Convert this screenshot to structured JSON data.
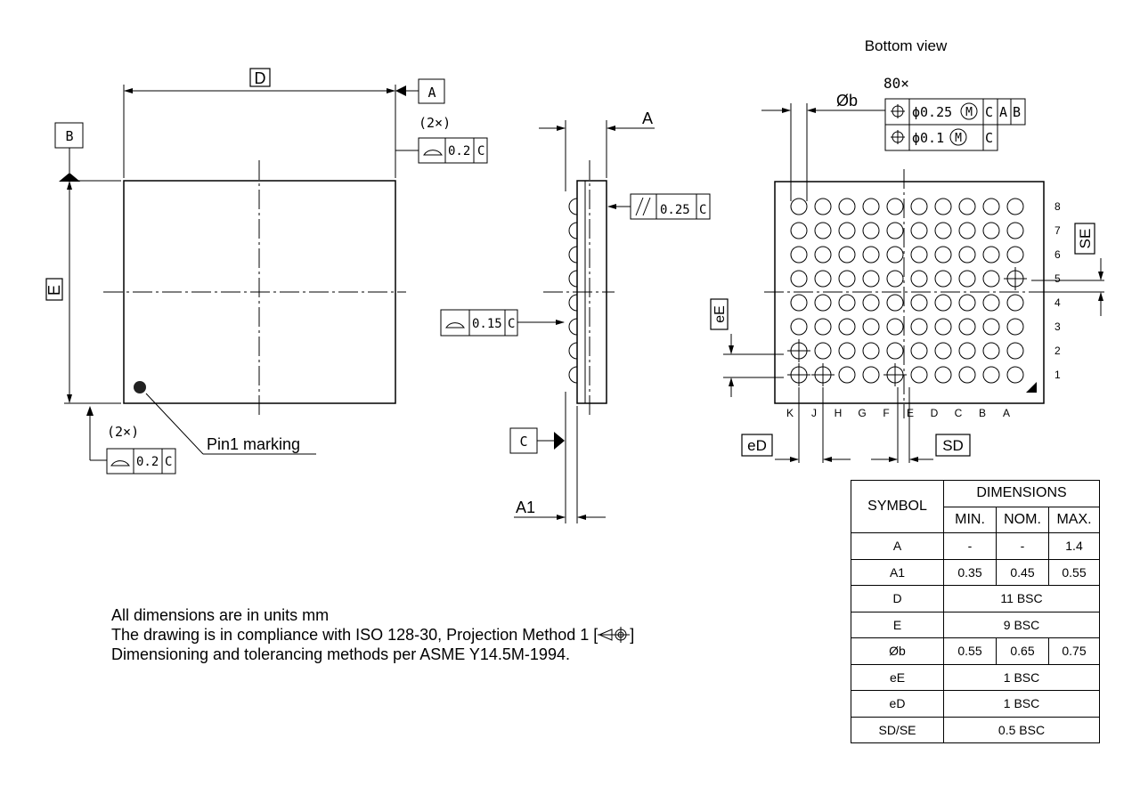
{
  "title": "Bottom view",
  "labels": {
    "D": "D",
    "E": "E",
    "A": "A",
    "A1": "A1",
    "B": "B",
    "C": "C",
    "count_2x": "(2×)",
    "flatness_02": "0.2",
    "parallel_025": "0.25",
    "flatness_015": "0.15",
    "pin1": "Pin1 marking",
    "ob": "Øb",
    "count_80x": "80×",
    "pos_025": "ϕ0.25",
    "pos_01": "ϕ0.1",
    "M": "M",
    "AB": "A",
    "Bref": "B",
    "eE": "eE",
    "eD": "eD",
    "SE": "SE",
    "SD": "SD"
  },
  "grid": {
    "columns": [
      "K",
      "J",
      "H",
      "G",
      "F",
      "E",
      "D",
      "C",
      "B",
      "A"
    ],
    "rows": [
      "8",
      "7",
      "6",
      "5",
      "4",
      "3",
      "2",
      "1"
    ]
  },
  "notes": [
    "All dimensions are in units mm",
    "The drawing is in compliance with ISO 128-30, Projection Method 1 [",
    "]",
    "Dimensioning and tolerancing methods per ASME Y14.5M-1994."
  ],
  "table": {
    "symbol_header": "SYMBOL",
    "dimensions_header": "DIMENSIONS",
    "min": "MIN.",
    "nom": "NOM.",
    "max": "MAX.",
    "rows": [
      {
        "symbol": "A",
        "min": "-",
        "nom": "-",
        "max": "1.4"
      },
      {
        "symbol": "A1",
        "min": "0.35",
        "nom": "0.45",
        "max": "0.55"
      },
      {
        "symbol": "D",
        "span": "11 BSC"
      },
      {
        "symbol": "E",
        "span": "9 BSC"
      },
      {
        "symbol": "Øb",
        "min": "0.55",
        "nom": "0.65",
        "max": "0.75"
      },
      {
        "symbol": "eE",
        "span": "1 BSC"
      },
      {
        "symbol": "eD",
        "span": "1 BSC"
      },
      {
        "symbol": "SD/SE",
        "span": "0.5 BSC"
      }
    ]
  }
}
